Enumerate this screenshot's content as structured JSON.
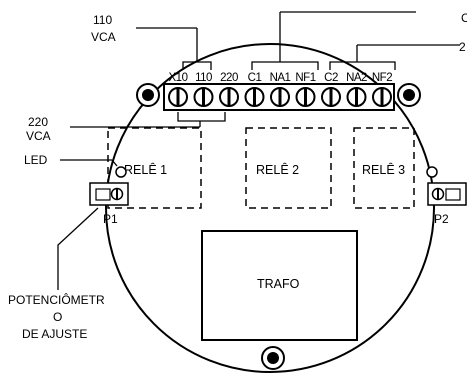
{
  "callouts": {
    "v110": "110",
    "v110_sub": "VCA",
    "v220": "220",
    "v220_sub": "VCA",
    "top_right_1": "C",
    "top_right_2": "2",
    "led": "LED",
    "pot_line1": "POTENCIÔMETR",
    "pot_line2": "O",
    "pot_line3": "DE  AJUSTE"
  },
  "terminals": [
    "X10",
    "110",
    "220",
    "C1",
    "NA1",
    "NF1",
    "C2",
    "NA2",
    "NF2"
  ],
  "relays": [
    "RELÊ 1",
    "RELÊ 2",
    "RELÊ 3"
  ],
  "potentiometers": [
    "P1",
    "P2"
  ],
  "transformer": "TRAFO"
}
